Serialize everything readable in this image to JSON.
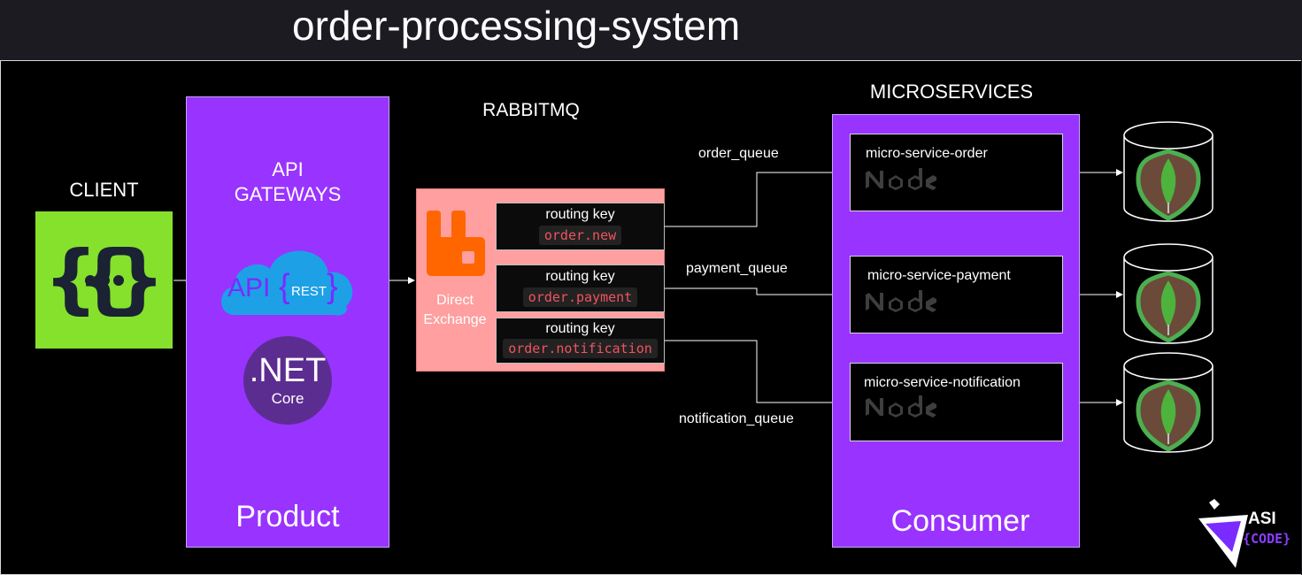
{
  "title": "order-processing-system",
  "client": {
    "label": "CLIENT",
    "icon_name": "curly-braces-icon",
    "color": "#85e12c"
  },
  "gateway": {
    "heading_line1": "API",
    "heading_line2": "GATEWAYS",
    "api_logo_text": "API",
    "rest_text": "REST",
    "net_text": ".NET",
    "core_text": "Core",
    "footer": "Product",
    "color": "#9933ff"
  },
  "rabbitmq": {
    "heading": "RABBITMQ",
    "exchange_line1": "Direct",
    "exchange_line2": "Exchange",
    "color": "#ff9f9f",
    "logo_color": "#ff6600",
    "routing_keys": [
      {
        "label": "routing key",
        "key": "order.new"
      },
      {
        "label": "routing key",
        "key": "order.payment"
      },
      {
        "label": "routing key",
        "key": "order.notification"
      }
    ]
  },
  "queues": [
    "order_queue",
    "payment_queue",
    "notification_queue"
  ],
  "microservices": {
    "heading": "MICROSERVICES",
    "footer": "Consumer",
    "services": [
      {
        "name": "micro-service-order",
        "logo": "node"
      },
      {
        "name": "micro-service-payment",
        "logo": "node"
      },
      {
        "name": "micro-service-notification",
        "logo": "node"
      }
    ]
  },
  "databases": {
    "icon_name": "mongodb-leaf-icon",
    "count": 3
  },
  "watermark": {
    "line1": "ASI",
    "line2": "{CODE}"
  }
}
